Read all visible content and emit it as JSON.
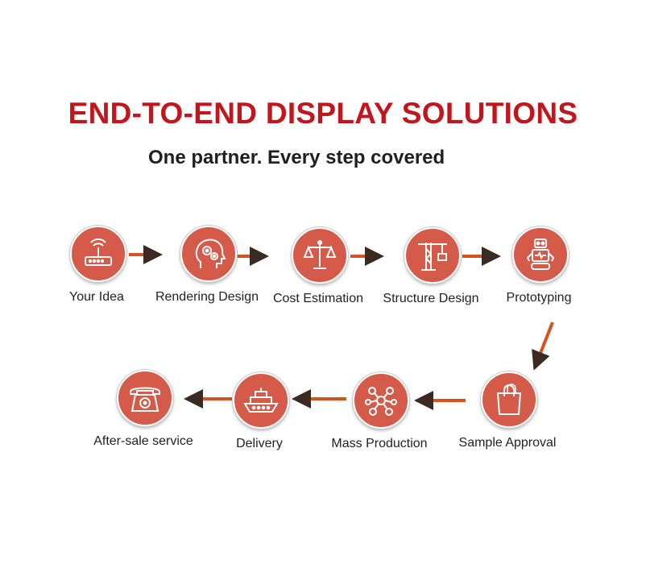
{
  "header": {
    "title": "END-TO-END DISPLAY SOLUTIONS",
    "subtitle": "One partner. Every step covered"
  },
  "colors": {
    "title": "#c0161c",
    "circle": "#d45a4a",
    "arrow": "#d4531f",
    "icon_stroke": "#ffffff"
  },
  "steps": [
    {
      "label": "Your Idea",
      "icon": "router-icon"
    },
    {
      "label": "Rendering Design",
      "icon": "head-gears-icon"
    },
    {
      "label": "Cost Estimation",
      "icon": "scale-icon"
    },
    {
      "label": "Structure Design",
      "icon": "crane-icon"
    },
    {
      "label": "Prototyping",
      "icon": "robot-icon"
    },
    {
      "label": "Sample Approval",
      "icon": "shopping-bag-icon"
    },
    {
      "label": "Mass Production",
      "icon": "network-icon"
    },
    {
      "label": "Delivery",
      "icon": "ship-icon"
    },
    {
      "label": "After-sale service",
      "icon": "telephone-icon"
    }
  ]
}
